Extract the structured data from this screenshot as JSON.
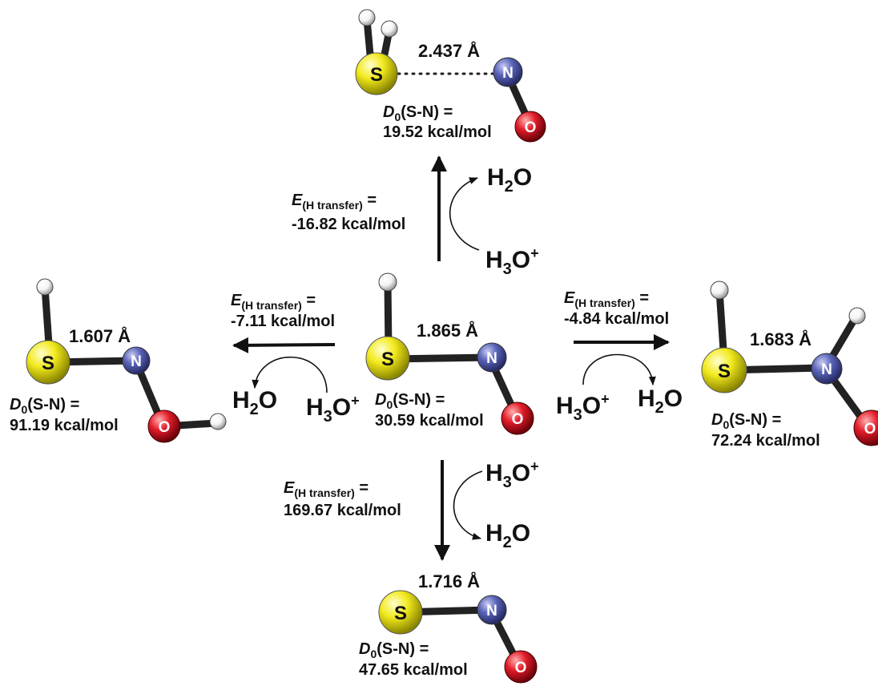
{
  "colors": {
    "sulfur": "#f2ea1d",
    "nitrogen": "#5a64b8",
    "oxygen": "#e21d2a",
    "hydrogen": "#f4f4f4",
    "bond": "#222222"
  },
  "labels": {
    "e_symbol": "E",
    "e_sub": "(H transfer)",
    "equals": "=",
    "d0_symbol": "D",
    "d0_sub": "0",
    "d0_bond": "(S-N) =",
    "h2o_h": "H",
    "h2o_sub": "2",
    "h2o_o": "O",
    "h3o_h": "H",
    "h3o_sub": "3",
    "h3o_o": "O",
    "h3o_sup": "+"
  },
  "molecules": {
    "center": {
      "bond_length": "1.865 Å",
      "d0_value": "30.59 kcal/mol"
    },
    "top": {
      "bond_length": "2.437 Å",
      "d0_value": "19.52 kcal/mol"
    },
    "left": {
      "bond_length": "1.607 Å",
      "d0_value": "91.19 kcal/mol"
    },
    "right": {
      "bond_length": "1.683 Å",
      "d0_value": "72.24 kcal/mol"
    },
    "bottom": {
      "bond_length": "1.716 Å",
      "d0_value": "47.65 kcal/mol"
    }
  },
  "transfers": {
    "top": "-16.82 kcal/mol",
    "left": "-7.11 kcal/mol",
    "right": "-4.84 kcal/mol",
    "bottom": "169.67 kcal/mol"
  },
  "atoms": {
    "S": "S",
    "N": "N",
    "O": "O"
  }
}
